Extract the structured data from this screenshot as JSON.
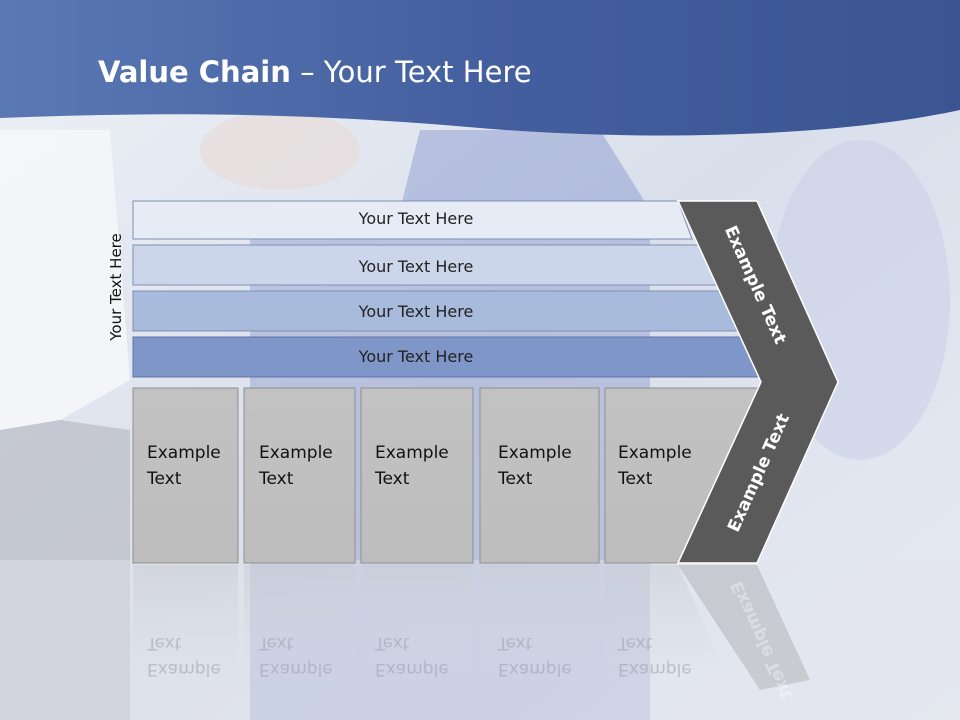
{
  "title": {
    "bold": "Value Chain",
    "rest": " – Your Text Here"
  },
  "side_label": "Your Text Here",
  "rows": [
    "Your Text Here",
    "Your Text Here",
    "Your Text Here",
    "Your Text Here"
  ],
  "boxes": [
    {
      "line1": "Example",
      "line2": "Text"
    },
    {
      "line1": "Example",
      "line2": "Text"
    },
    {
      "line1": "Example",
      "line2": "Text"
    },
    {
      "line1": "Example",
      "line2": "Text"
    },
    {
      "line1": "Example",
      "line2": "Text"
    }
  ],
  "arrow": {
    "upper": "Example Text",
    "lower": "Example Text"
  },
  "colors": {
    "header": "#3c5a9c",
    "row1": "#e6ebf5",
    "row2": "#ccd6ea",
    "row3": "#a9bbdc",
    "row4": "#7f97c8",
    "box": "#bfbfbf",
    "arrow": "#5a5a5a"
  }
}
